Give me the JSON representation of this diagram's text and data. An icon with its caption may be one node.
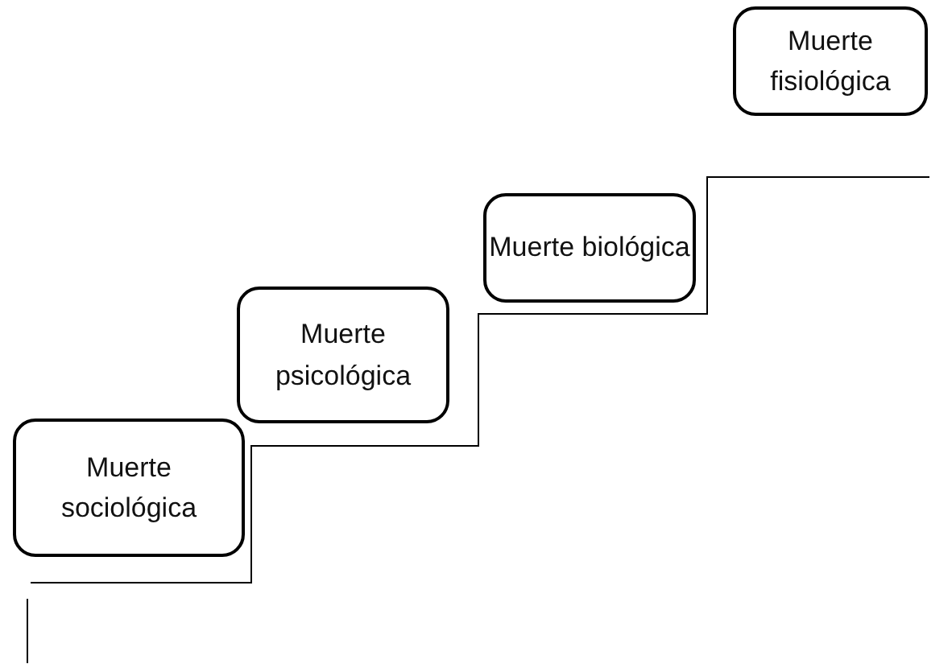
{
  "diagram": {
    "nodes": [
      {
        "text": [
          "Muerte sociológica"
        ]
      },
      {
        "text": [
          "Muerte psicológica"
        ]
      },
      {
        "text": [
          "Muerte biológica"
        ]
      },
      {
        "text": [
          "Muerte fisiológica"
        ]
      }
    ]
  }
}
